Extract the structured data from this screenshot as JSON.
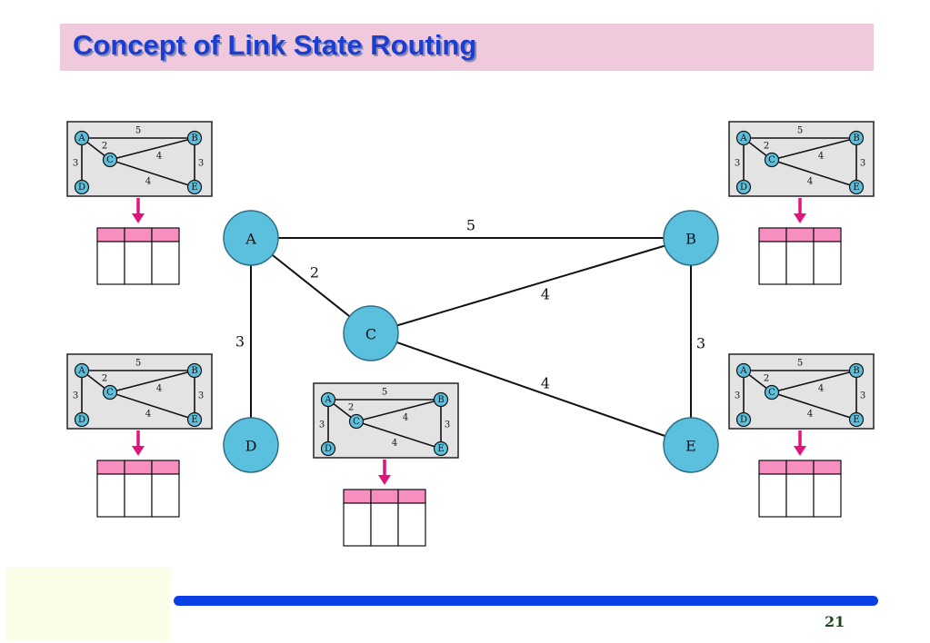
{
  "slide": {
    "title": "Concept of Link State Routing",
    "page_number": "21"
  },
  "colors": {
    "title_bg": "#f1c9dc",
    "title_text": "#1a3fd0",
    "node_fill": "#5bc0de",
    "arrow": "#e0157a",
    "table_header": "#f78ec0",
    "footer_bar": "#0b3fe6",
    "thumbnail_bg": "#e3e3e3"
  },
  "network": {
    "nodes": [
      {
        "id": "A",
        "label": "A"
      },
      {
        "id": "B",
        "label": "B"
      },
      {
        "id": "C",
        "label": "C"
      },
      {
        "id": "D",
        "label": "D"
      },
      {
        "id": "E",
        "label": "E"
      }
    ],
    "links": [
      {
        "from": "A",
        "to": "B",
        "cost": "5"
      },
      {
        "from": "A",
        "to": "C",
        "cost": "2"
      },
      {
        "from": "A",
        "to": "D",
        "cost": "3"
      },
      {
        "from": "C",
        "to": "B",
        "cost": "4"
      },
      {
        "from": "C",
        "to": "E",
        "cost": "4"
      },
      {
        "from": "B",
        "to": "E",
        "cost": "3"
      }
    ]
  },
  "link_state_copies": {
    "count": 5,
    "table_columns": 3,
    "table_rows": 1,
    "arrow_icon": "down-arrow-icon"
  }
}
